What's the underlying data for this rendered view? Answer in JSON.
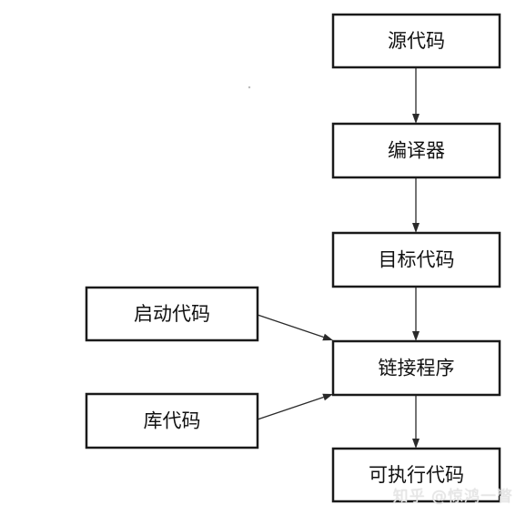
{
  "nodes": {
    "source_code": "源代码",
    "compiler": "编译器",
    "object_code": "目标代码",
    "startup_code": "启动代码",
    "library_code": "库代码",
    "linker": "链接程序",
    "executable_code": "可执行代码"
  },
  "edges": [
    {
      "from": "source_code",
      "to": "compiler"
    },
    {
      "from": "compiler",
      "to": "object_code"
    },
    {
      "from": "object_code",
      "to": "linker"
    },
    {
      "from": "startup_code",
      "to": "linker"
    },
    {
      "from": "library_code",
      "to": "linker"
    },
    {
      "from": "linker",
      "to": "executable_code"
    }
  ],
  "watermark": "知乎 @惊鸿一瞥",
  "colors": {
    "stroke": "#1a1a1a",
    "text": "#111111",
    "background": "#ffffff"
  }
}
